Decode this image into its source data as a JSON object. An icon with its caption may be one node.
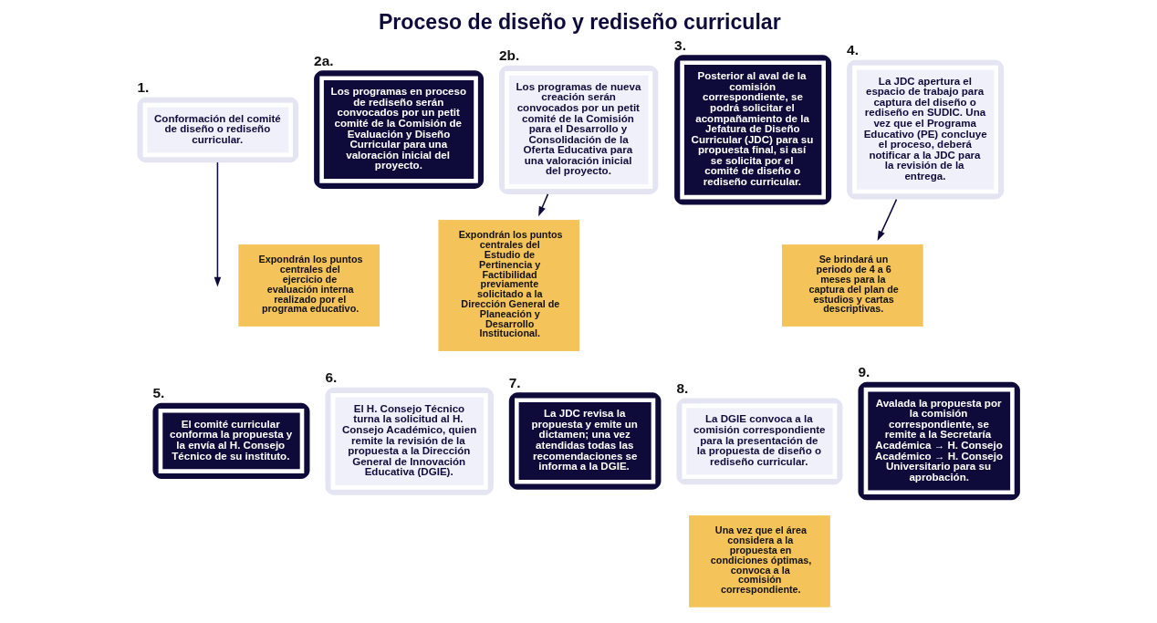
{
  "diagram": {
    "title": "Proceso de diseño y rediseño curricular",
    "nodes": [
      {
        "text": [
          "1.",
          "Conformación del comité de diseño o rediseño curricular."
        ]
      },
      {
        "text": [
          "2a.",
          "Los programas en proceso de rediseño serán convocados por un petit comité de la Comisión de Evaluación y Diseño Curricular para una valoración inicial del proyecto."
        ]
      },
      {
        "text": [
          "Expondrán los puntos centrales del ejercicio de evaluación interna realizado por el programa educativo."
        ]
      },
      {
        "text": [
          "2b.",
          "Los programas de nueva creación serán convocados por un petit comité de la Comisión para el Desarrollo y Consolidación de la Oferta Educativa para una valoración inicial del proyecto."
        ]
      },
      {
        "text": [
          "Expondrán los puntos centrales del Estudio de Pertinencia y Factibilidad previamente solicitado a la Dirección General de Planeación y Desarrollo Institucional."
        ]
      },
      {
        "text": [
          "3.",
          "Posterior al aval de la comisión correspondiente, se podrá solicitar el acompañamiento de la Jefatura de Diseño Curricular (JDC) para su propuesta final, si así se solicita por el comité de diseño o rediseño curricular."
        ]
      },
      {
        "text": [
          "4.",
          "La JDC apertura el espacio de trabajo para captura del diseño o rediseño en SUDIC. Una vez que el Programa Educativo (PE) concluye el proceso, deberá notificar a la JDC para la revisión de la entrega."
        ]
      },
      {
        "text": [
          "Se brindará un periodo de 4 a 6 meses para la captura del plan de estudios y cartas descriptivas."
        ]
      },
      {
        "text": [
          "5.",
          "El comité curricular conforma la propuesta y la envía al H. Consejo Técnico de su instituto."
        ]
      },
      {
        "text": [
          "6.",
          "El H. Consejo Técnico turna la solicitud al H. Consejo Académico, quien remite la revisión de la propuesta a la Dirección General de Innovación Educativa (DGIE)."
        ]
      },
      {
        "text": [
          "7.",
          "La JDC revisa la propuesta y emite un dictamen; una vez atendidas todas las recomendaciones se informa a la DGIE."
        ]
      },
      {
        "text": [
          "8.",
          "La DGIE convoca a la comisión correspondiente para la presentación de la propuesta de diseño o rediseño curricular."
        ]
      },
      {
        "text": [
          "Una vez que el área considera a la propuesta en condiciones óptimas, convoca a la comisión correspondiente."
        ]
      },
      {
        "text": [
          "9.",
          "Avalada la propuesta por la comisión correspondiente, se remite a la Secretaría Académica → H. Consejo Académico → H. Consejo Universitario para su aprobación."
        ]
      }
    ],
    "edges": [
      {
        "from": 0,
        "to": null,
        "arrow": "to"
      },
      {
        "from": 3,
        "to": 4,
        "arrow": "to"
      },
      {
        "from": 6,
        "to": 7,
        "arrow": "to"
      }
    ]
  }
}
